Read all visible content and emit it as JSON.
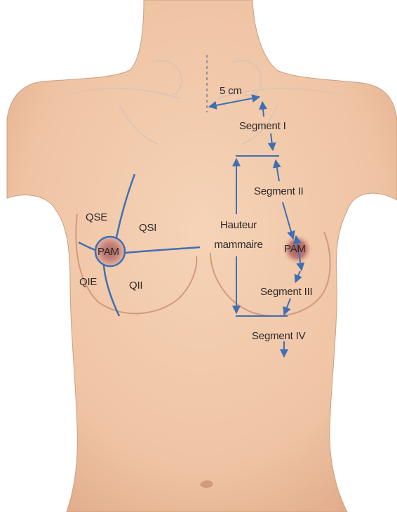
{
  "labels": {
    "distance": "5 cm",
    "segment_1": "Segment I",
    "segment_2": "Segment II",
    "segment_3": "Segment III",
    "segment_4": "Segment IV",
    "breast_height_line1": "Hauteur",
    "breast_height_line2": "mammaire",
    "nipple_areola_left": "PAM",
    "nipple_areola_right": "PAM",
    "quadrant_upper_outer": "QSE",
    "quadrant_upper_inner": "QSI",
    "quadrant_lower_outer": "QIE",
    "quadrant_lower_inner": "QII"
  },
  "colors": {
    "skin": "#f1c8a9",
    "skin_shadow": "#d9a285",
    "annotation_line": "#3f6fb3",
    "areola": "#c8867d",
    "label_text": "#2b2b2b"
  }
}
